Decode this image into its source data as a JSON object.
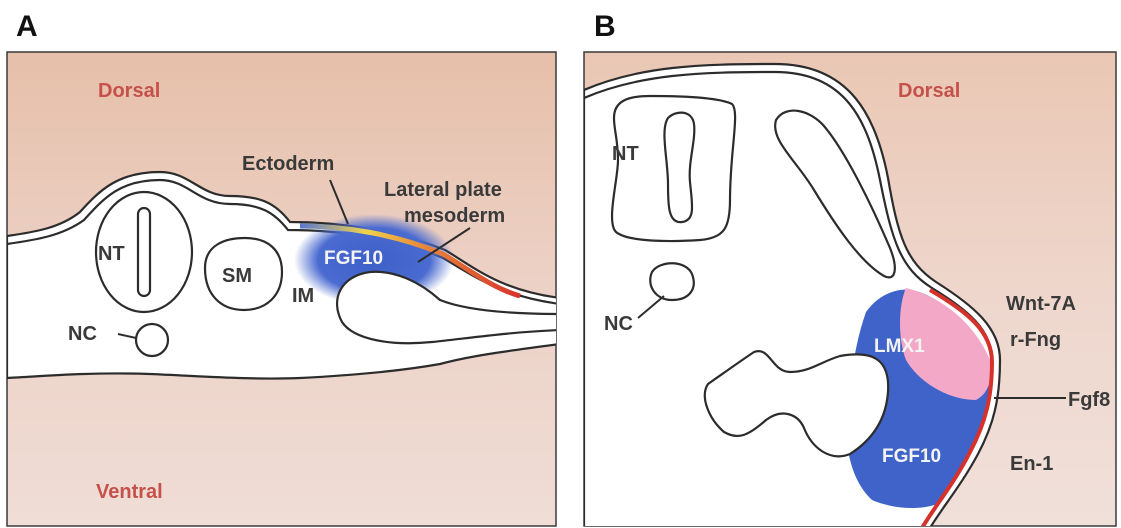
{
  "panel_a": {
    "letter": "A",
    "dorsal": "Dorsal",
    "ventral": "Ventral",
    "ectoderm": "Ectoderm",
    "lateral_plate_line1": "Lateral plate",
    "lateral_plate_line2": "mesoderm",
    "nt": "NT",
    "sm": "SM",
    "im": "IM",
    "nc": "NC",
    "fgf10": "FGF10"
  },
  "panel_b": {
    "letter": "B",
    "dorsal": "Dorsal",
    "nt": "NT",
    "nc": "NC",
    "lmx1": "LMX1",
    "fgf10": "FGF10",
    "wnt7a": "Wnt-7A",
    "rfng": "r-Fng",
    "fgf8": "Fgf8",
    "en1": "En-1"
  },
  "colors": {
    "dorsal_label": "#c6504a",
    "tissue_top": "#e9c8b6",
    "tissue_bottom": "#eedcd5",
    "fgf10_blue": "#3f63c9",
    "lmx1_pink": "#f2a8c6",
    "ectoderm_red": "#d6322c",
    "ectoderm_yellow": "#f0d34a"
  }
}
